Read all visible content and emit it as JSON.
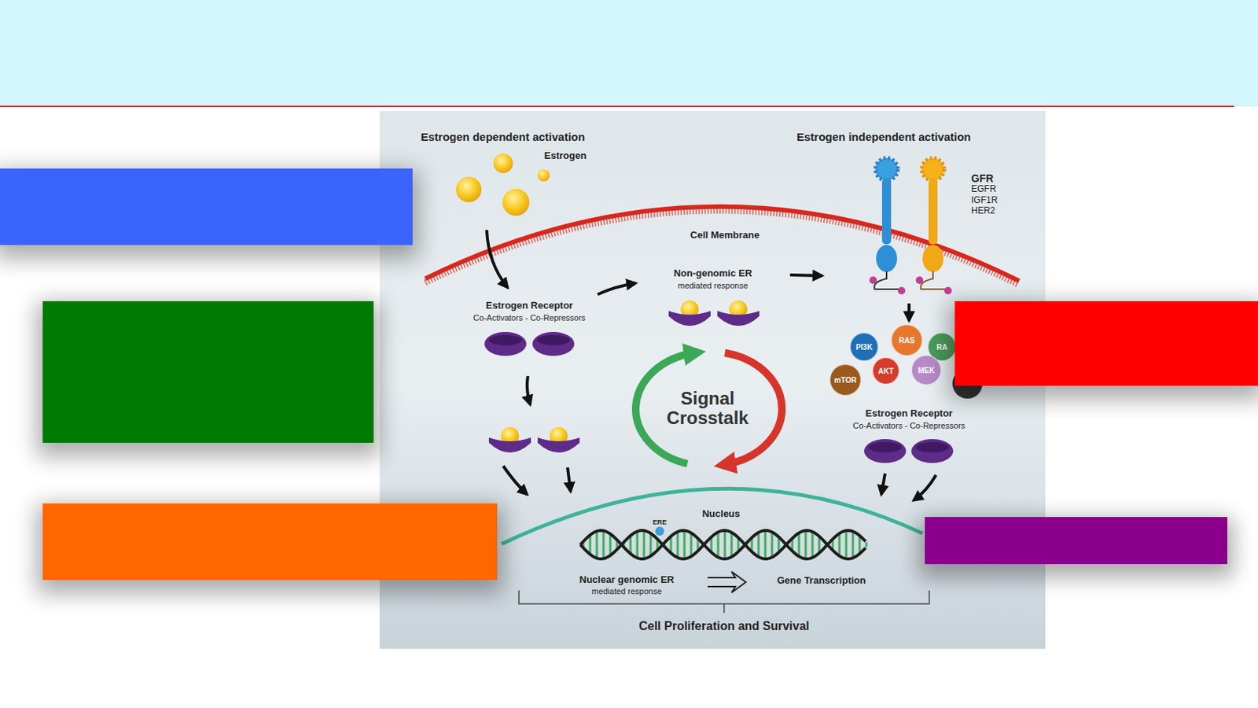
{
  "diagram": {
    "nodes": [
      {
        "text": [
          "PI3K"
        ]
      },
      {
        "text": [
          "RAS"
        ]
      },
      {
        "text": [
          "RA"
        ]
      },
      {
        "text": [
          "mTOR"
        ]
      },
      {
        "text": [
          "AKT"
        ]
      },
      {
        "text": [
          "MEK"
        ]
      }
    ],
    "labels": [
      "Estrogen dependent activation",
      "Estrogen independent activation",
      "Estrogen",
      "GFR",
      "EGFR",
      "IGF1R",
      "HER2",
      "Cell Membrane",
      "Non-genomic ER",
      "mediated response",
      "Estrogen Receptor",
      "Co-Activators - Co-Repressors",
      "Signal Crosstalk",
      "Estrogen Receptor",
      "Co-Activators - Co-Repressors",
      "Nucleus",
      "ERE",
      "Nuclear genomic ER",
      "mediated response",
      "Gene Transcription",
      "Cell Proliferation and Survival"
    ]
  }
}
